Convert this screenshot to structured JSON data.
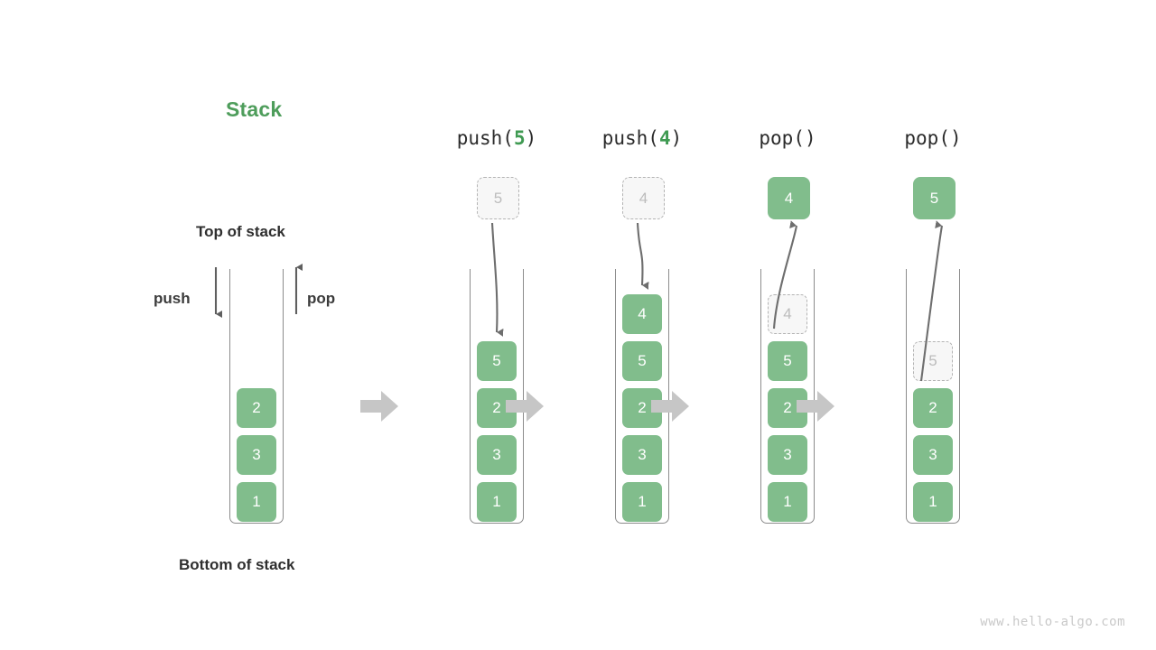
{
  "title": "Stack",
  "labels": {
    "top_of_stack": "Top of stack",
    "bottom_of_stack": "Bottom of stack",
    "push": "push",
    "pop": "pop"
  },
  "colors": {
    "accent_green": "#4e9d5b",
    "cell_green": "#81bd8c",
    "ghost_fill": "#f7f7f7",
    "ghost_border": "#b4b4b4",
    "ghost_text": "#bcbcbc",
    "arrow_gray": "#6e6e6e",
    "step_arrow_gray": "#c6c6c6",
    "container_line": "#8c8c8c",
    "label_dark": "#2f2f2f",
    "watermark": "#c9c9c9"
  },
  "columns": [
    {
      "id": "initial",
      "op_prefix": "",
      "op_arg": "",
      "op_suffix": "",
      "cells_bottom_to_top": [
        "1",
        "3",
        "2"
      ],
      "ghost_top": null,
      "float_value": null,
      "float_kind": "none",
      "motion": "none"
    },
    {
      "id": "push-5",
      "op_prefix": "push(",
      "op_arg": "5",
      "op_suffix": ")",
      "cells_bottom_to_top": [
        "1",
        "3",
        "2",
        "5"
      ],
      "ghost_top": null,
      "float_value": "5",
      "float_kind": "ghost",
      "motion": "down-in"
    },
    {
      "id": "push-4",
      "op_prefix": "push(",
      "op_arg": "4",
      "op_suffix": ")",
      "cells_bottom_to_top": [
        "1",
        "3",
        "2",
        "5",
        "4"
      ],
      "ghost_top": null,
      "float_value": "4",
      "float_kind": "ghost",
      "motion": "down-in"
    },
    {
      "id": "pop-4",
      "op_prefix": "pop()",
      "op_arg": "",
      "op_suffix": "",
      "cells_bottom_to_top": [
        "1",
        "3",
        "2",
        "5"
      ],
      "ghost_top": "4",
      "float_value": "4",
      "float_kind": "solid",
      "motion": "up-out"
    },
    {
      "id": "pop-5",
      "op_prefix": "pop()",
      "op_arg": "",
      "op_suffix": "",
      "cells_bottom_to_top": [
        "1",
        "3",
        "2"
      ],
      "ghost_top": "5",
      "float_value": "5",
      "float_kind": "solid",
      "motion": "up-out-long"
    }
  ],
  "step_arrow_count": 4,
  "watermark": "www.hello-algo.com"
}
